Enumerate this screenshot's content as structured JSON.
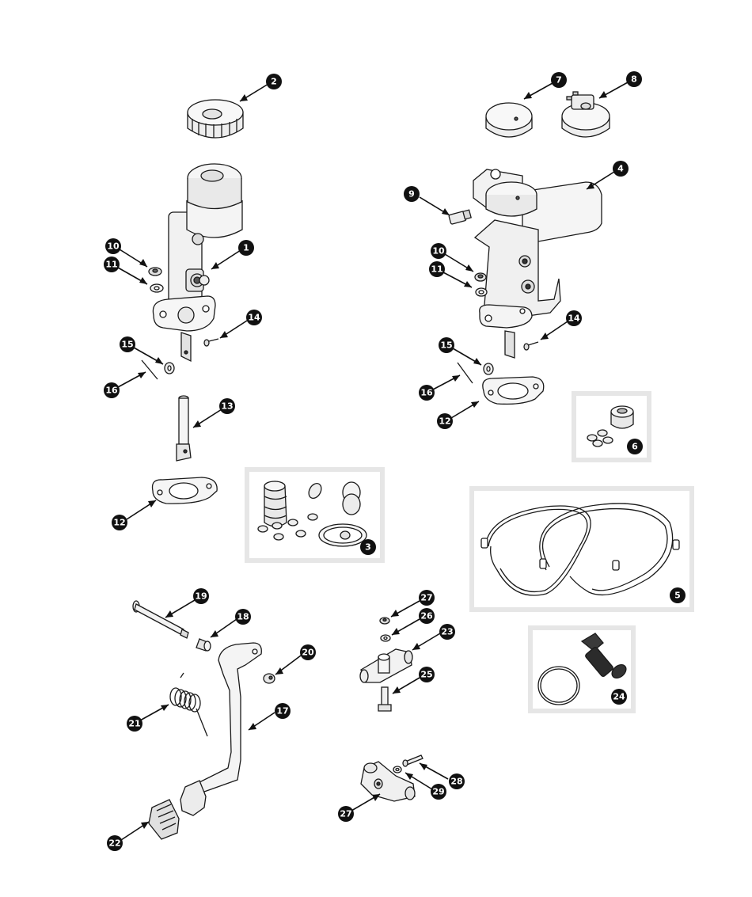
{
  "diagram": {
    "type": "exploded-parts-diagram",
    "callouts": [
      {
        "label": "1"
      },
      {
        "label": "2"
      },
      {
        "label": "10"
      },
      {
        "label": "11"
      },
      {
        "label": "14"
      },
      {
        "label": "15"
      },
      {
        "label": "16"
      },
      {
        "label": "13"
      },
      {
        "label": "12"
      },
      {
        "label": "7"
      },
      {
        "label": "8"
      },
      {
        "label": "4"
      },
      {
        "label": "9"
      },
      {
        "label": "10"
      },
      {
        "label": "11"
      },
      {
        "label": "14"
      },
      {
        "label": "15"
      },
      {
        "label": "16"
      },
      {
        "label": "12"
      },
      {
        "label": "6"
      },
      {
        "label": "3"
      },
      {
        "label": "5"
      },
      {
        "label": "19"
      },
      {
        "label": "18"
      },
      {
        "label": "20"
      },
      {
        "label": "17"
      },
      {
        "label": "21"
      },
      {
        "label": "22"
      },
      {
        "label": "27"
      },
      {
        "label": "26"
      },
      {
        "label": "23"
      },
      {
        "label": "25"
      },
      {
        "label": "28"
      },
      {
        "label": "29"
      },
      {
        "label": "27"
      },
      {
        "label": "24"
      }
    ],
    "colors": {
      "line": "#1a1a1a",
      "fill_light": "#f4f4f4",
      "fill_mid": "#dcdcdc",
      "fill_dark": "#2b2b2b",
      "kit_box": "#e6e6e6",
      "badge": "#111111"
    }
  }
}
